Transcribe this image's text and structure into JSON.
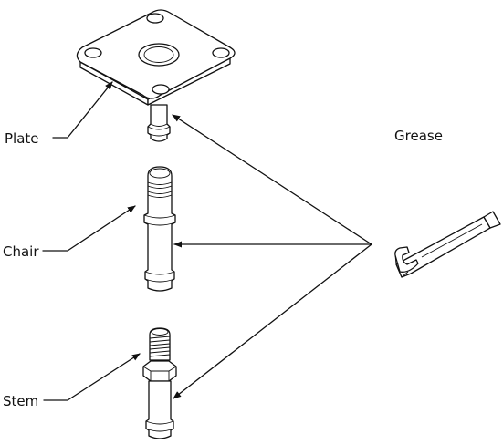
{
  "labels": {
    "plate": "Plate",
    "chair": "Chair",
    "stem": "Stem",
    "grease": "Grease"
  },
  "colors": {
    "line": "#111111",
    "background": "#ffffff"
  }
}
